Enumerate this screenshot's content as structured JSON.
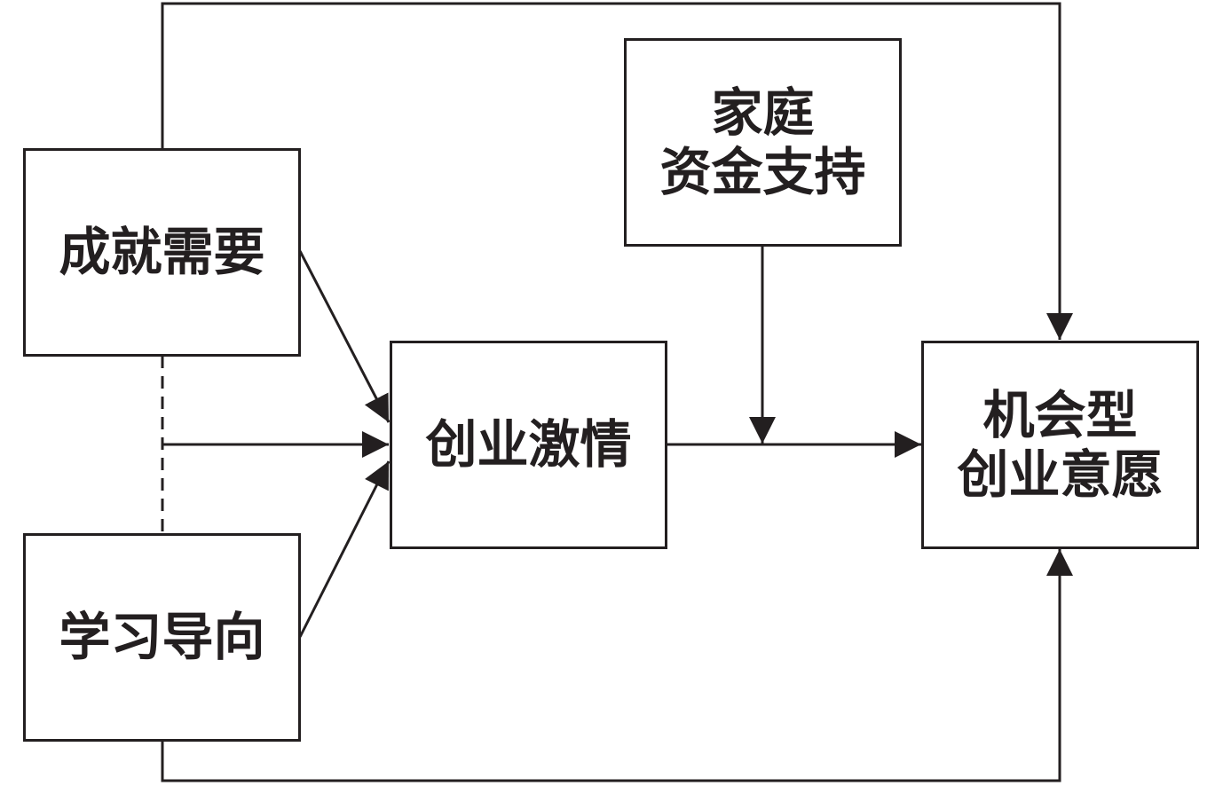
{
  "diagram": {
    "nodes": {
      "achievement_need": {
        "lines": [
          "成就需要"
        ]
      },
      "learning_orientation": {
        "lines": [
          "学习导向"
        ]
      },
      "entrepreneurial_passion": {
        "lines": [
          "创业激情"
        ]
      },
      "family_funding_support": {
        "lines": [
          "家庭",
          "资金支持"
        ]
      },
      "opportunity_intention": {
        "lines": [
          "机会型",
          "创业意愿"
        ]
      }
    },
    "edges": [
      {
        "from": "achievement_need",
        "to": "entrepreneurial_passion",
        "style": "solid",
        "arrow": "end"
      },
      {
        "from": "learning_orientation",
        "to": "entrepreneurial_passion",
        "style": "solid",
        "arrow": "end"
      },
      {
        "from": "achievement_need",
        "to": "learning_orientation",
        "style": "dashed",
        "arrow": "none"
      },
      {
        "from": "interaction_point",
        "to": "entrepreneurial_passion",
        "style": "solid",
        "arrow": "end"
      },
      {
        "from": "entrepreneurial_passion",
        "to": "opportunity_intention",
        "style": "solid",
        "arrow": "end"
      },
      {
        "from": "family_funding_support",
        "to": "passion_intention_path",
        "style": "solid",
        "arrow": "end"
      },
      {
        "from": "achievement_need",
        "to": "opportunity_intention",
        "style": "solid",
        "arrow": "end"
      },
      {
        "from": "learning_orientation",
        "to": "opportunity_intention",
        "style": "solid",
        "arrow": "end"
      }
    ],
    "colors": {
      "stroke": "#231f20",
      "text": "#231f20",
      "background": "#ffffff"
    }
  }
}
